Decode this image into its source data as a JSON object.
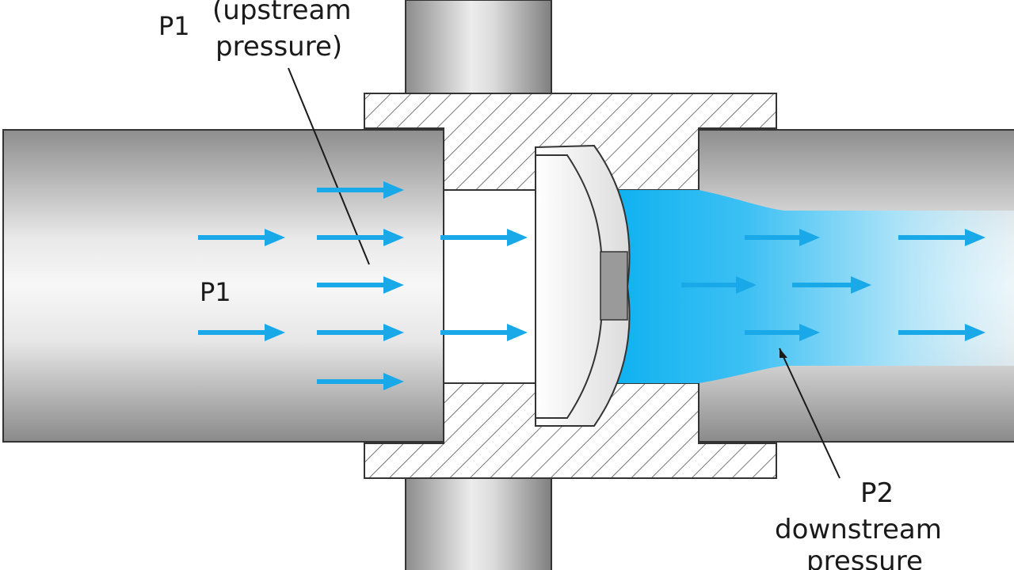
{
  "labels": {
    "top_p1": "P1",
    "upstream_line1": "(upstream",
    "upstream_line2": "pressure)",
    "center_p1": "P1",
    "p2": "P2",
    "downstream_line1": "downstream",
    "downstream_line2": "pressure"
  },
  "colors": {
    "arrow": "#19a8e8",
    "flow_dark": "#0fb1ef",
    "flow_light": "#d9f2fc",
    "hatch": "#555555",
    "pipe_dark": "#8f8f8f",
    "pipe_light": "#f4f4f4"
  }
}
